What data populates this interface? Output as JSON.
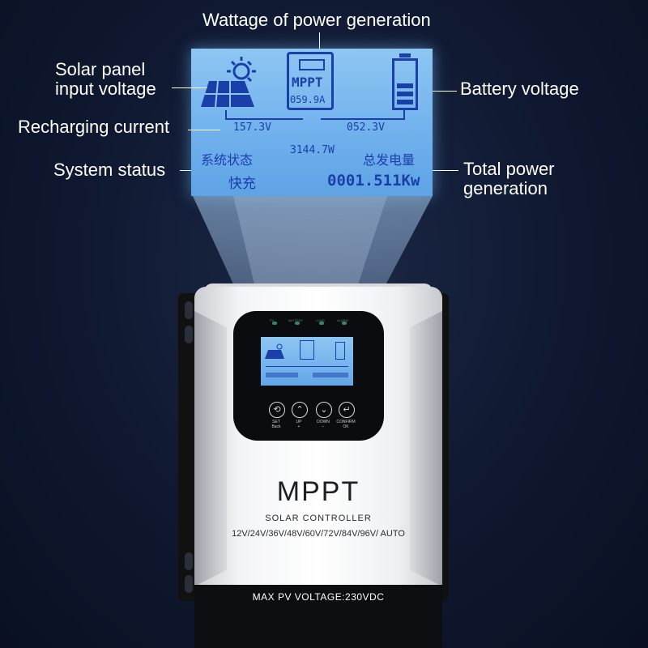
{
  "callouts": {
    "wattage": "Wattage of power generation",
    "solar_input": "Solar panel\ninput voltage",
    "battery_voltage": "Battery voltage",
    "recharging_current": "Recharging current",
    "system_status": "System status",
    "total_power": "Total power\ngeneration"
  },
  "lcd": {
    "mppt_label": "MPPT",
    "current": "059.9A",
    "pv_voltage": "157.3V",
    "battery_voltage": "052.3V",
    "wattage": "3144.7W",
    "system_status_label": "系统状态",
    "status_value": "快充",
    "total_label": "总发电量",
    "total_value": "0001.511Kw"
  },
  "device": {
    "brand": "MPPT",
    "product": "SOLAR CONTROLLER",
    "voltages": "12V/24V/36V/48V/60V/72V/84V/96V/ AUTO",
    "max_pv": "MAX PV  VOLTAGE:230VDC",
    "leds": [
      "PV",
      "BATTERY",
      "LOAD",
      "ALARM"
    ],
    "buttons": [
      {
        "label": "SET",
        "sub": "Back"
      },
      {
        "label": "UP",
        "sub": "+"
      },
      {
        "label": "DOWN",
        "sub": "−"
      },
      {
        "label": "CONFIRM",
        "sub": "OK"
      }
    ]
  },
  "colors": {
    "background": "#0f1830",
    "lcd": "#7ab8ef",
    "lcd_text": "#1b3fa8",
    "device_body": "#f3f4f6",
    "device_face": "#0b0c0f"
  },
  "icons": [
    "sun-icon",
    "solar-panel-icon",
    "mppt-controller-icon",
    "battery-icon"
  ]
}
